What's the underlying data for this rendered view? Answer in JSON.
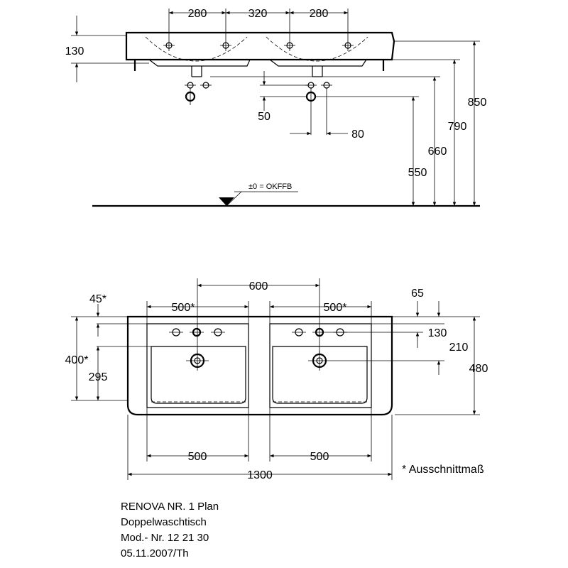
{
  "side_view": {
    "top_dims": [
      "280",
      "320",
      "280"
    ],
    "height_left": "130",
    "outlet_v": "50",
    "outlet_h": "80",
    "heights": [
      "550",
      "660",
      "790",
      "850"
    ],
    "floor_label": "±0 = OKFFB"
  },
  "top_view": {
    "dim_600": "600",
    "dim_45": "45*",
    "cutout_left": "500*",
    "cutout_right": "500*",
    "dim_65": "65",
    "dim_130": "130",
    "dim_210": "210",
    "dim_480": "480",
    "dim_400": "400*",
    "dim_295": "295",
    "bowl_left": "500",
    "bowl_right": "500",
    "overall": "1300",
    "footnote": "* Ausschnittmaß"
  },
  "title_block": {
    "line1": "RENOVA NR. 1 Plan",
    "line2": "Doppelwaschtisch",
    "line3": "Mod.- Nr. 12 21 30",
    "line4": "05.11.2007/Th"
  }
}
